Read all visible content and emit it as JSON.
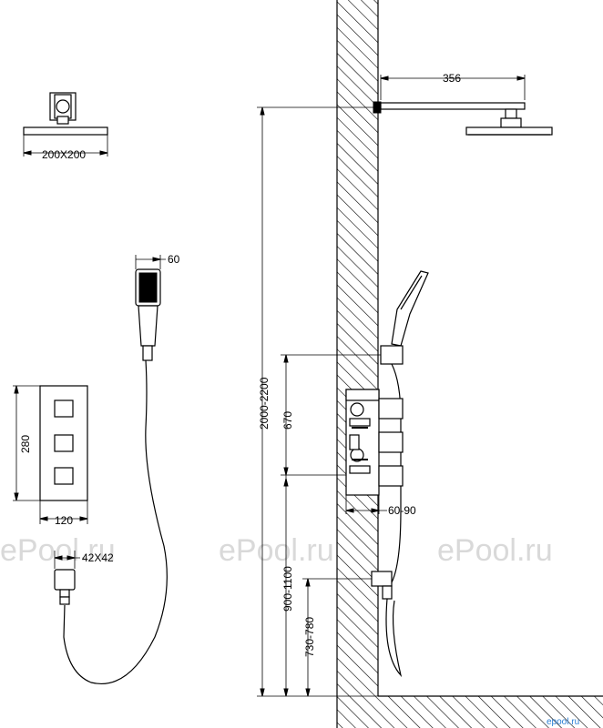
{
  "watermarks": [
    "ePool.ru",
    "ePool.ru",
    "ePool.ru"
  ],
  "corner_brand": "epool.ru",
  "dimensions": {
    "head_size": "200X200",
    "arm_length": "356",
    "hand_shower_width": "60",
    "panel_height": "280",
    "panel_width": "120",
    "outlet_size": "42X42",
    "total_height": "2000-2200",
    "slide_height": "670",
    "mixer_height": "900-1100",
    "outlet_height": "730-780",
    "depth": "60-90"
  }
}
